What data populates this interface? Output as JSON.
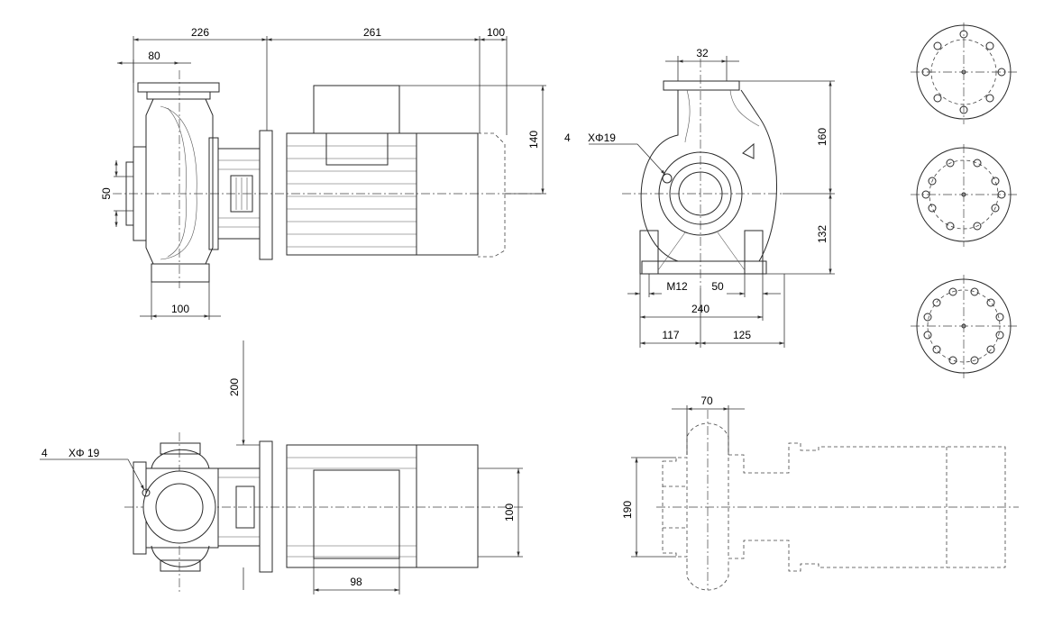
{
  "views": {
    "side": {
      "dim_226": "226",
      "dim_261": "261",
      "dim_100_top": "100",
      "dim_80": "80",
      "dim_50": "50",
      "dim_140": "140",
      "dim_100_bottom": "100"
    },
    "front": {
      "dim_32": "32",
      "dim_160": "160",
      "dim_132": "132",
      "note_qty": "4",
      "note_hole": "XΦ19",
      "dim_m12": "M12",
      "dim_50": "50",
      "dim_240": "240",
      "dim_117": "117",
      "dim_125": "125"
    },
    "plan": {
      "note_qty": "4",
      "note_hole": "XΦ 19",
      "dim_200": "200",
      "dim_100": "100",
      "dim_98": "98"
    },
    "outline": {
      "dim_70": "70",
      "dim_190": "190"
    }
  }
}
